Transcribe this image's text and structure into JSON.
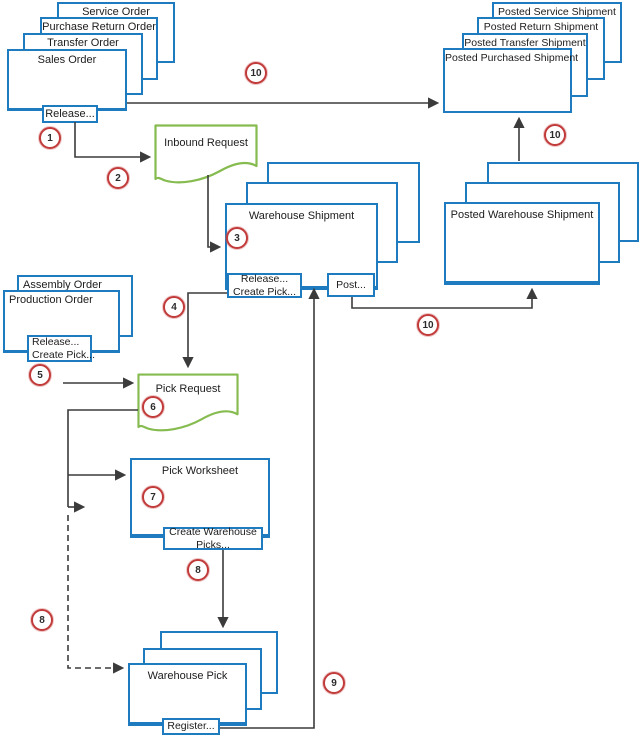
{
  "nodes": {
    "orders": {
      "stack": [
        "Service Order",
        "Purchase Return Order",
        "Transfer Order",
        "Sales Order"
      ],
      "release_button": "Release..."
    },
    "posted_shipments": {
      "stack": [
        "Posted Service Shipment",
        "Posted Return Shipment",
        "Posted Transfer Shipment",
        "Posted Purchased Shipment"
      ]
    },
    "inbound_request": {
      "label": "Inbound Request"
    },
    "warehouse_shipment": {
      "title": "Warehouse Shipment",
      "release_button_line1": "Release...",
      "release_button_line2": "Create Pick...",
      "post_button": "Post..."
    },
    "posted_warehouse_shipment": {
      "title": "Posted Warehouse Shipment"
    },
    "production_orders": {
      "stack": [
        "Assembly Order",
        "Production Order"
      ],
      "release_button_line1": "Release...",
      "release_button_line2": "Create Pick..."
    },
    "pick_request": {
      "label": "Pick Request"
    },
    "pick_worksheet": {
      "title": "Pick Worksheet",
      "create_picks_button_line1": "Create Warehouse",
      "create_picks_button_line2": "Picks..."
    },
    "warehouse_pick": {
      "title": "Warehouse Pick",
      "register_button": "Register..."
    }
  },
  "badges": {
    "step1": "1",
    "step2": "2",
    "step3": "3",
    "step4": "4",
    "step5": "5",
    "step6": "6",
    "step7": "7",
    "step8_worksheet": "8",
    "step8_direct": "8",
    "step9": "9",
    "step10_orders": "10",
    "step10_posted": "10",
    "step10_shipment": "10"
  },
  "colors": {
    "box_border": "#1E7BC0",
    "document_border": "#86BB4F",
    "connector": "#3B3B3B",
    "badge_ring": "#C13B3B",
    "text": "#1C1C1C"
  }
}
